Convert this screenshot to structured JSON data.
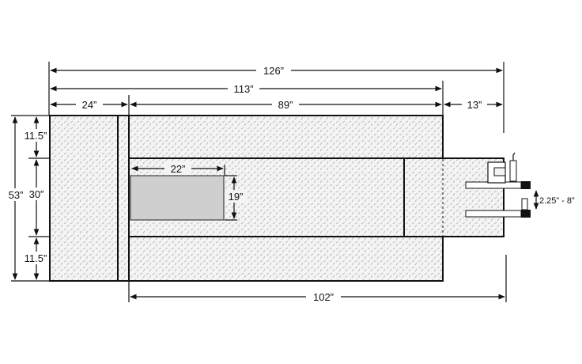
{
  "diagram": {
    "dimensions": {
      "overall_length": "126”",
      "main_length": "113”",
      "front_section": "24”",
      "body_section": "89”",
      "extension": "13”",
      "overall_width": "53”",
      "top_margin": "11.5”",
      "center_width": "30”",
      "bottom_margin": "11.5”",
      "slot_length": "22”",
      "slot_width": "19”",
      "bottom_length": "102”",
      "fork_spacing": "2.25” - 8”"
    },
    "colors": {
      "outline": "#111111",
      "plate_background": "#f4f4f4",
      "plate_pattern": "#b9b9b9",
      "slot_fill": "#cfcfcf"
    }
  }
}
